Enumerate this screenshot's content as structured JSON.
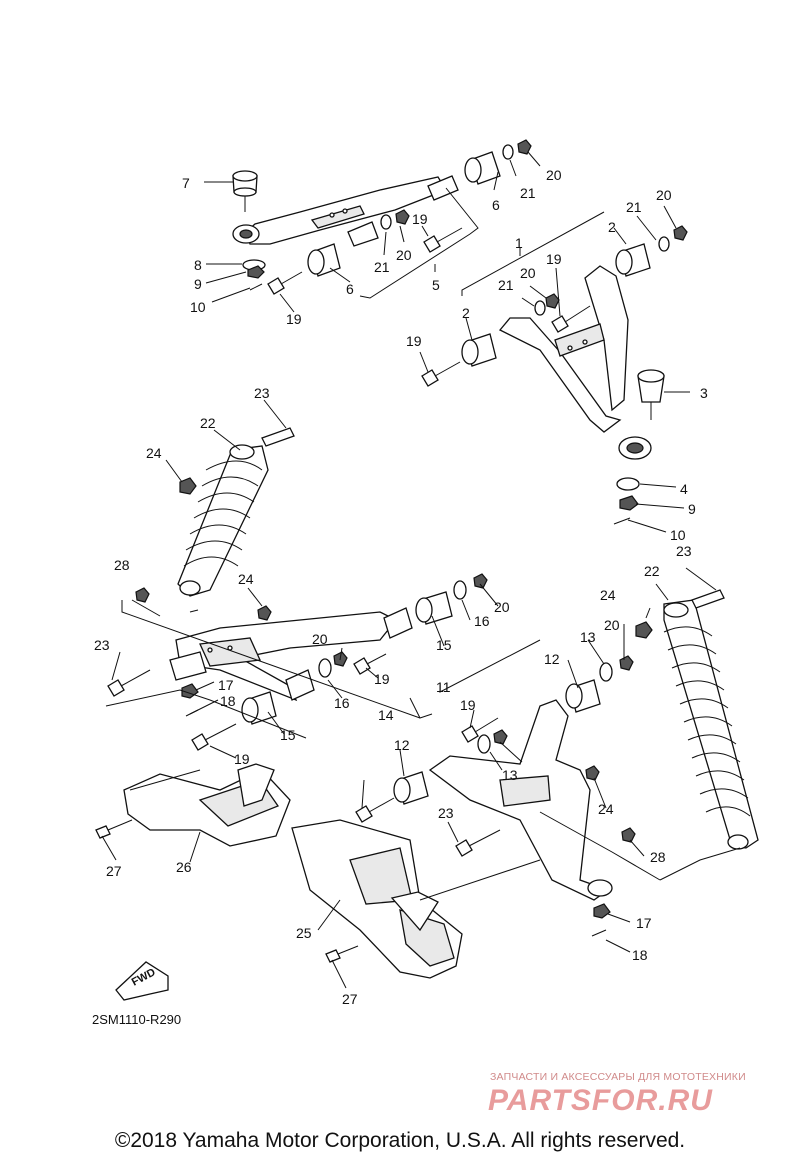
{
  "diagram": {
    "callouts": [
      "1",
      "2",
      "2",
      "3",
      "4",
      "5",
      "6",
      "6",
      "7",
      "8",
      "9",
      "9",
      "10",
      "10",
      "11",
      "12",
      "12",
      "13",
      "13",
      "14",
      "15",
      "15",
      "16",
      "16",
      "17",
      "17",
      "18",
      "18",
      "19",
      "19",
      "19",
      "19",
      "19",
      "19",
      "19",
      "20",
      "20",
      "20",
      "20",
      "20",
      "20",
      "20",
      "21",
      "21",
      "21",
      "21",
      "22",
      "22",
      "23",
      "23",
      "23",
      "23",
      "24",
      "24",
      "24",
      "24",
      "25",
      "26",
      "27",
      "27",
      "28",
      "28"
    ],
    "figure_code": "2SM1110-R290",
    "fwd_label": "FWD"
  },
  "footer": {
    "copyright": "©2018 Yamaha Motor Corporation, U.S.A. All rights reserved."
  },
  "watermark": {
    "tagline": "ЗАПЧАСТИ И АКСЕССУАРЫ ДЛЯ МОТОТЕХНИКИ",
    "logo": "PARTSFOR.RU"
  }
}
